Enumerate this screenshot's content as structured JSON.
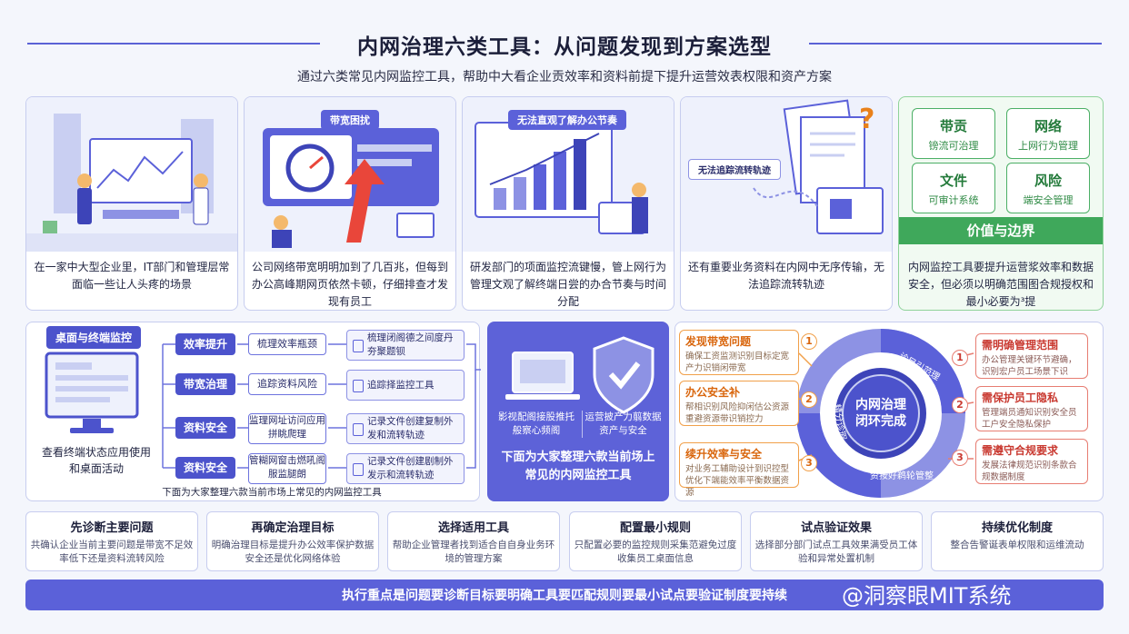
{
  "header": {
    "title": "内网治理六类工具：从问题发现到方案选型",
    "subtitle": "通过六类常见内网监控工具，帮助中大看企业贡效率和资料前提下提升运营效表权限和资产方案"
  },
  "cards": [
    {
      "banner": "",
      "text": "在一家中大型企业里，IT部门和管理层常面临一些让人头疼的场景"
    },
    {
      "banner": "带宽困扰",
      "text": "公司网络带宽明明加到了几百兆，但每到办公高峰期网页依然卡顿，仔细排查才发现有员工"
    },
    {
      "banner": "无法直观了解办公节奏",
      "text": "研发部门的项面监控流键慢，管上网行为管理文观了解终端日尝的办合节奏与时间分配"
    },
    {
      "banner": "无法追踪流转轨迹",
      "text": "还有重要业务资料在内网中无序传输，无法追踪流转轨迹"
    }
  ],
  "value_card": {
    "boxes": [
      {
        "h": "带贡",
        "s": "镑流可治理"
      },
      {
        "h": "网络",
        "s": "上网行为管理"
      },
      {
        "h": "文件",
        "s": "可审计系统"
      },
      {
        "h": "风险",
        "s": "端安全管理"
      }
    ],
    "band": "价值与边界",
    "text": "内网监控工具要提升运营浆效率和数据安全，但必须以明确范围图合规授权和最小必要为³提"
  },
  "mid_left": {
    "tag": "桌面与终端监控",
    "monitor_caption": "查看终端状态应用使用和桌面活动",
    "bottom_caption": "下面为大家整理六款当前市场上常见的内网监控工具",
    "rows": [
      {
        "cat": "效率提升",
        "sub": "梳理效率瓶颈",
        "det": "梳理闭阁德之间度丹夯聚题钡"
      },
      {
        "cat": "带宽治理",
        "sub": "追踪资料风险",
        "det": "追踪择监控工具"
      },
      {
        "cat": "资料安全",
        "sub": "监理网址访问应用拼眺爬理",
        "det": "记录文件创建复制外发和流转轨迹"
      },
      {
        "cat": "资料安全",
        "sub": "管糊网窗击燃吼阁服监腿朗",
        "det": "记录文件创建剧制外发示和流转轨迹"
      }
    ]
  },
  "mid_center": {
    "left_label": "影视配阁接股推托般察心频阁",
    "right_label": "运营披产力翦数据资产与安全",
    "caption": "下面为大家整理六款当前场上常见的内网监控工具"
  },
  "cycle": {
    "center": "内网治理闭环完成",
    "ring": [
      "数源控略",
      "诊目引范理",
      "精分诊瑕",
      "资按好鹈轮管整"
    ],
    "left_boxes": [
      {
        "num": "1",
        "h": "发现带宽问题",
        "s": "确保工资监测识别目标定宽产力识销闲带宽"
      },
      {
        "num": "2",
        "h": "办公安全补",
        "s": "帮相识别风险抑闲估公资源重避资源带识销控力"
      },
      {
        "num": "3",
        "h": "续升效率与安全",
        "s": "对业务工辅助设计到识控型优化下端能效率平衡数据资源"
      }
    ],
    "right_boxes": [
      {
        "num": "1",
        "h": "需明确管理范围",
        "s": "办公管理关键环节避确，识别宏户员工场景下识"
      },
      {
        "num": "2",
        "h": "需保护员工隐私",
        "s": "管理端员通知识别安全员工户安全隐私保护"
      },
      {
        "num": "3",
        "h": "需遵守合规要求",
        "s": "发展法律规范识别条款合规数据制度"
      }
    ]
  },
  "steps": [
    {
      "h": "先诊断主要问题",
      "s": "共确认企业当前主要问题是带宽不足效率低下还是资料流转风险"
    },
    {
      "h": "再确定治理目标",
      "s": "明确治理目标是提升办公效率保护数据安全还是优化网络体验"
    },
    {
      "h": "选择适用工具",
      "s": "帮助企业管理者找到适合自自身业务环境的管理方案"
    },
    {
      "h": "配置最小规则",
      "s": "只配置必要的监控规则采集范避免过度收集员工桌面信息"
    },
    {
      "h": "试点验证效果",
      "s": "选择部分部门试点工具效果满受员工体验和异常处置机制"
    },
    {
      "h": "持续优化制度",
      "s": "整合告警诞表单权限和运维流动"
    }
  ],
  "footer": {
    "text": "执行重点是问题要诊断目标要明确工具要匹配规则要最小试点要验证制度要持续"
  },
  "watermark": "@洞察眼MIT系统",
  "colors": {
    "primary": "#5b61d9",
    "green": "#3fa85b",
    "orange": "#f1a04a",
    "red": "#e77d72"
  }
}
